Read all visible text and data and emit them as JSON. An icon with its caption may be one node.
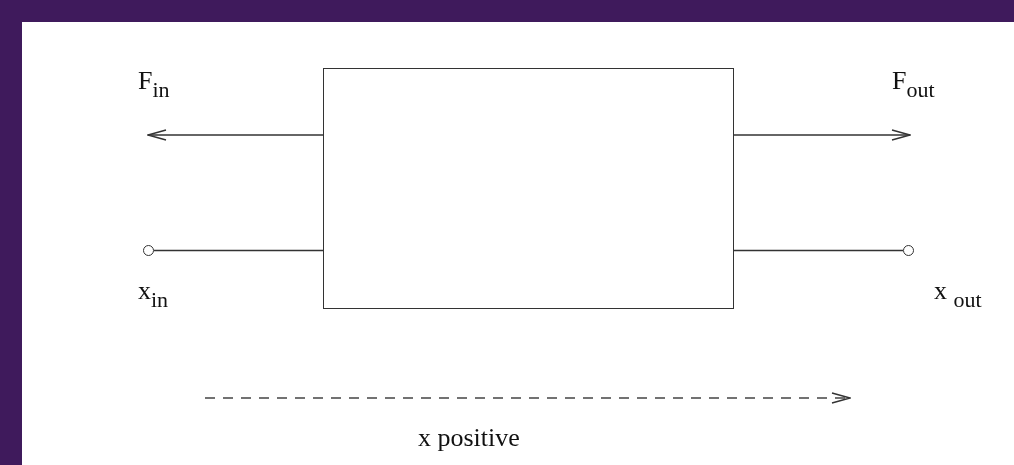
{
  "diagram": {
    "nodes": [
      {
        "text": [],
        "shape": "box"
      },
      {
        "text": [],
        "shape": "circle",
        "beside": [
          "x$_{in}$"
        ]
      },
      {
        "text": [],
        "shape": "circle",
        "beside": [
          "x $_{out}$"
        ]
      }
    ],
    "edges": [
      {
        "from": 0,
        "to": null,
        "arrow": "to",
        "label": "F$_{in}$"
      },
      {
        "from": 0,
        "to": null,
        "arrow": "to",
        "label": "F$_{out}$"
      },
      {
        "from": 1,
        "to": 0,
        "arrow": "none"
      },
      {
        "from": 0,
        "to": 2,
        "arrow": "none"
      }
    ],
    "labels": [
      "x positive"
    ]
  }
}
